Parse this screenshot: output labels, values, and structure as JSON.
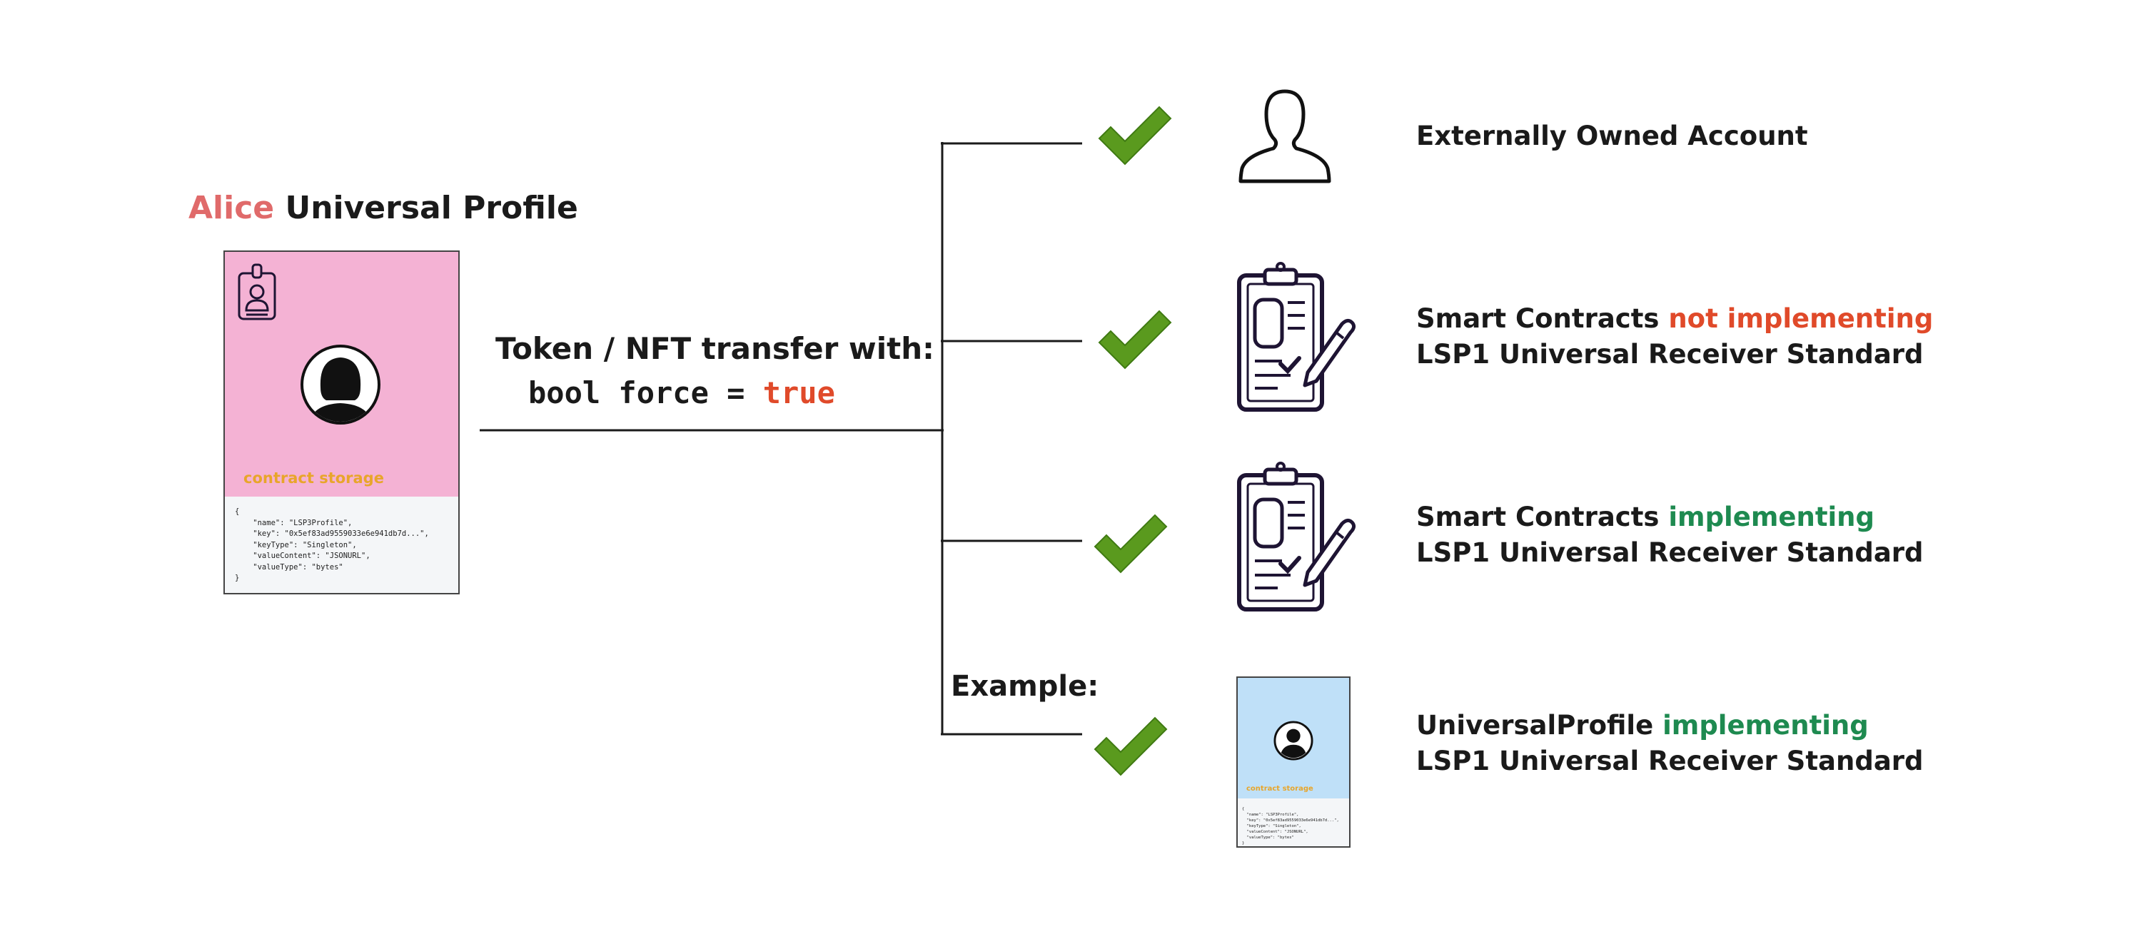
{
  "profile_title": {
    "name": "Alice",
    "rest": "Universal Profile",
    "name_color": "#e06a6a"
  },
  "profile_card": {
    "background": "#f4b2d4",
    "storage_label": "contract storage",
    "code": "{\n    \"name\": \"LSP3Profile\",\n    \"key\": \"0x5ef83ad9559033e6e941db7d...\",\n    \"keyType\": \"Singleton\",\n    \"valueContent\": \"JSONURL\",\n    \"valueType\": \"bytes\"\n}"
  },
  "transfer": {
    "title": "Token / NFT transfer with:",
    "code_prefix": "bool force = ",
    "code_value": "true",
    "value_color": "#e04a2a"
  },
  "example_label": "Example:",
  "receivers": [
    {
      "icon": "person-silhouette-icon",
      "line1": "Externally Owned Account"
    },
    {
      "icon": "clipboard-contract-icon",
      "line1_prefix": "Smart Contracts ",
      "line1_highlight": "not implementing",
      "highlight_color": "#e04a2a",
      "line2": "LSP1 Universal Receiver Standard"
    },
    {
      "icon": "clipboard-contract-icon",
      "line1_prefix": "Smart Contracts ",
      "line1_highlight": "implementing",
      "highlight_color": "#1e8a50",
      "line2": "LSP1 Universal Receiver Standard"
    },
    {
      "icon": "universal-profile-card-icon",
      "line1_prefix": "UniversalProfile ",
      "line1_highlight": "implementing",
      "highlight_color": "#1e8a50",
      "line2": "LSP1 Universal Receiver Standard"
    }
  ],
  "example_card": {
    "background": "#bfe0f8",
    "storage_label": "contract storage",
    "code": "{\n  \"name\": \"LSP3Profile\",\n  \"key\": \"0x5ef83ad9559033e6e941db7d...\",\n  \"keyType\": \"Singleton\",\n  \"valueContent\": \"JSONURL\",\n  \"valueType\": \"bytes\"\n}"
  },
  "colors": {
    "check": "#5a9a1e",
    "check_dark": "#3f7a12",
    "icon_ink": "#1e1433",
    "line": "#1a1a1a"
  }
}
